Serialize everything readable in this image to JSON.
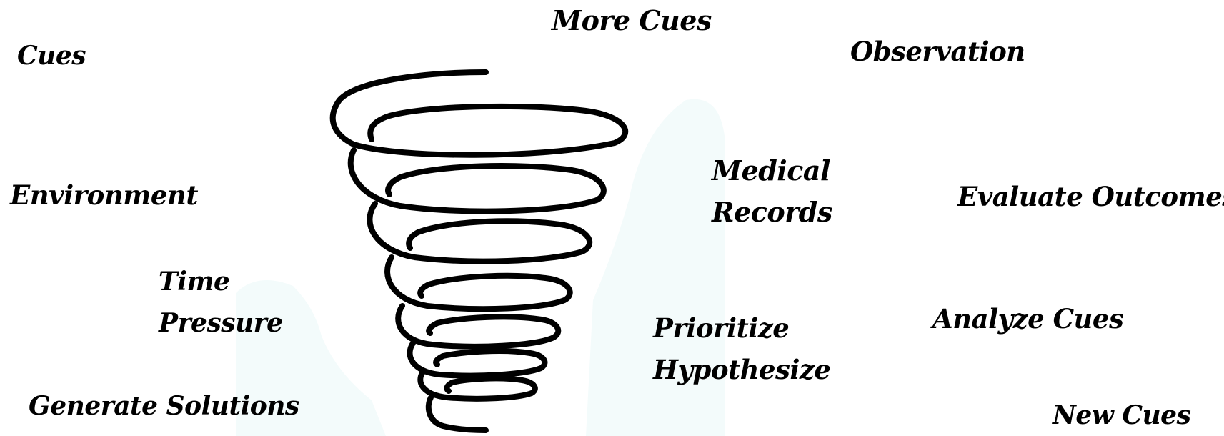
{
  "labels": {
    "more_cues": "More Cues",
    "cues": "Cues",
    "observation": "Observation",
    "environment": "Environment",
    "medical_records": "Medical\nRecords",
    "evaluate_outcomes": "Evaluate Outcomes",
    "time_pressure": "Time\nPressure",
    "analyze_cues": "Analyze Cues",
    "prioritize_hypothesize": "Prioritize\nHypothesize",
    "generate_solutions": "Generate Solutions",
    "new_cues": "New Cues"
  },
  "colors": {
    "text": "#000000",
    "spiral": "#000000",
    "background": "#ffffff",
    "shadow_shape": "#f3fbfb"
  },
  "graphic": {
    "spiral_icon": "tornado-spiral-icon",
    "coil_count": 8
  }
}
